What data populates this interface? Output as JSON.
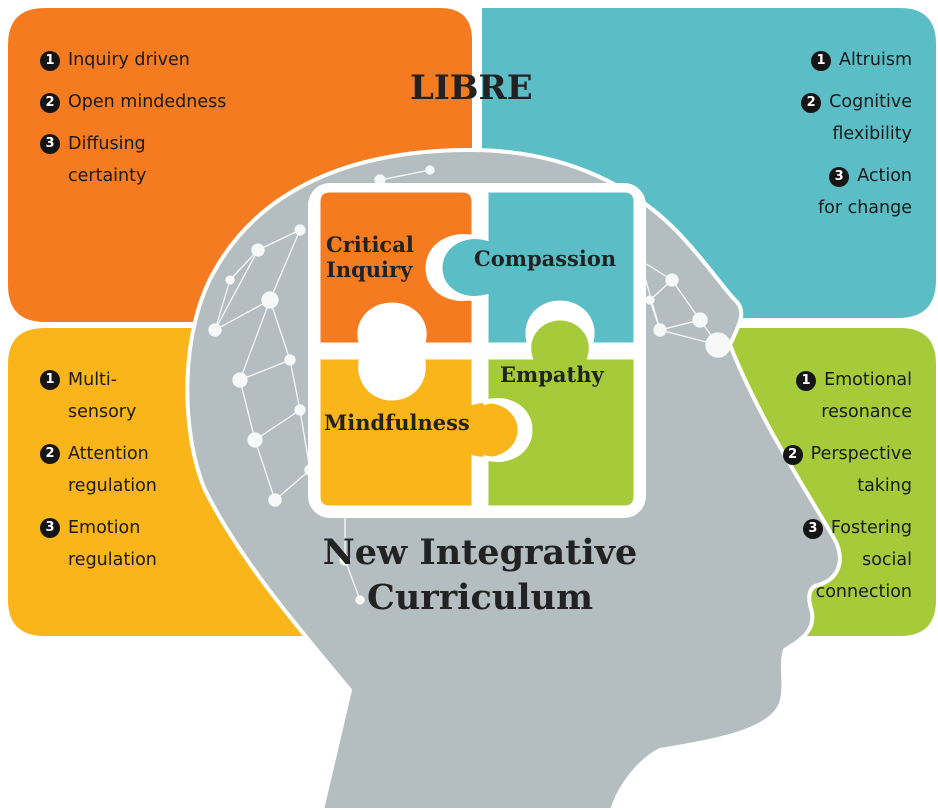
{
  "title": "LIBRE",
  "curriculum": [
    "New Integrative",
    "Curriculum"
  ],
  "colors": {
    "orange": "#F47B20",
    "teal": "#5BBDC5",
    "yellow": "#FAB51A",
    "green": "#A5CB3A",
    "head": "#B4BDBF"
  },
  "puzzle": {
    "critical_inquiry": [
      "Critical",
      "Inquiry"
    ],
    "compassion": "Compassion",
    "empathy": "Empathy",
    "mindfulness": "Mindfulness"
  },
  "top_left": {
    "items": [
      {
        "n": "1",
        "text": "Inquiry driven"
      },
      {
        "n": "2",
        "text": "Open mindedness"
      },
      {
        "n": "3",
        "lines": [
          "Diffusing",
          "certainty"
        ]
      }
    ]
  },
  "top_right": {
    "items": [
      {
        "n": "1",
        "text": "Altruism"
      },
      {
        "n": "2",
        "lines": [
          "Cognitive",
          "flexibility"
        ]
      },
      {
        "n": "3",
        "lines": [
          "Action",
          "for change"
        ]
      }
    ]
  },
  "bottom_left": {
    "items": [
      {
        "n": "1",
        "lines": [
          "Multi-",
          "sensory"
        ]
      },
      {
        "n": "2",
        "lines": [
          "Attention",
          "regulation"
        ]
      },
      {
        "n": "3",
        "lines": [
          "Emotion",
          "regulation"
        ]
      }
    ]
  },
  "bottom_right": {
    "items": [
      {
        "n": "1",
        "lines": [
          "Emotional",
          "resonance"
        ]
      },
      {
        "n": "2",
        "lines": [
          "Perspective",
          "taking"
        ]
      },
      {
        "n": "3",
        "lines": [
          "Fostering",
          "social",
          "connection"
        ]
      }
    ]
  }
}
